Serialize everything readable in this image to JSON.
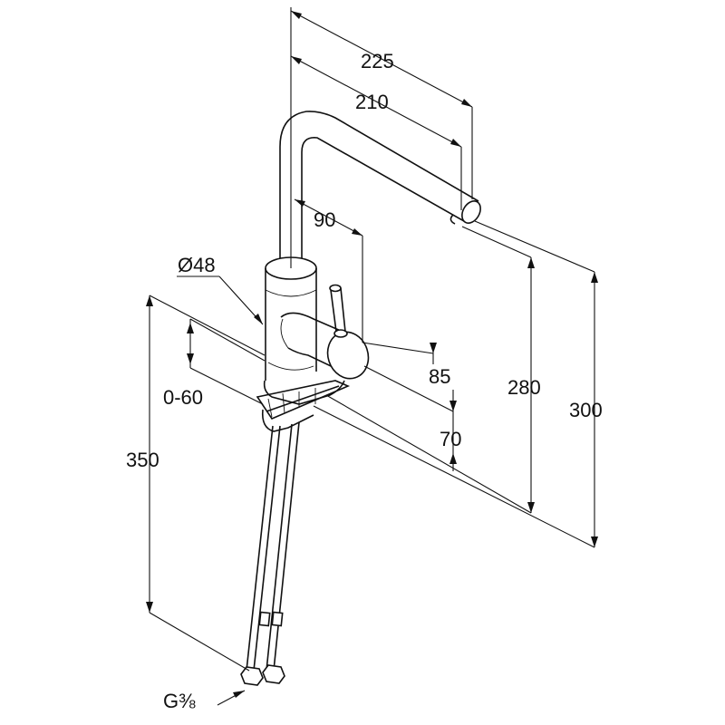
{
  "dimensions": {
    "spout_reach_overall": "225",
    "spout_reach_outlet": "210",
    "lever_offset": "90",
    "body_diameter": "Ø48",
    "adjustable_height": "0-60",
    "lever_height": "85",
    "base_height": "70",
    "outlet_height": "280",
    "overall_height": "300",
    "hose_length": "350",
    "connection_thread": "G⅜"
  }
}
